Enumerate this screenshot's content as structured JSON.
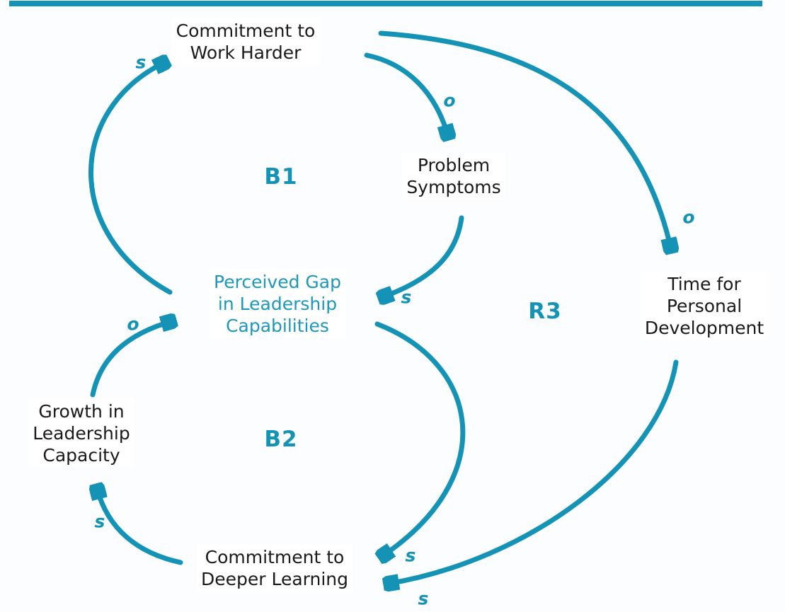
{
  "colors": {
    "accent": "#1493b7",
    "node_text": "#1a1a1a",
    "highlight_node_text": "#1d98bd",
    "background": "#fcfdfe"
  },
  "nodes": [
    {
      "id": "commitment-to-work-harder",
      "label": "Commitment to\nWork Harder"
    },
    {
      "id": "problem-symptoms",
      "label": "Problem\nSymptoms"
    },
    {
      "id": "perceived-gap-in-leadership-capabilities",
      "label": "Perceived Gap\nin Leadership\nCapabilities"
    },
    {
      "id": "time-for-personal-development",
      "label": "Time for\nPersonal\nDevelopment"
    },
    {
      "id": "growth-in-leadership-capacity",
      "label": "Growth in\nLeadership\nCapacity"
    },
    {
      "id": "commitment-to-deeper-learning",
      "label": "Commitment to\nDeeper Learning"
    }
  ],
  "loops": [
    {
      "id": "B1",
      "label": "B1"
    },
    {
      "id": "B2",
      "label": "B2"
    },
    {
      "id": "R3",
      "label": "R3"
    }
  ],
  "links": [
    {
      "from": "perceived-gap-in-leadership-capabilities",
      "to": "commitment-to-work-harder",
      "polarity": "s"
    },
    {
      "from": "commitment-to-work-harder",
      "to": "problem-symptoms",
      "polarity": "o"
    },
    {
      "from": "problem-symptoms",
      "to": "perceived-gap-in-leadership-capabilities",
      "polarity": "s"
    },
    {
      "from": "commitment-to-work-harder",
      "to": "time-for-personal-development",
      "polarity": "o"
    },
    {
      "from": "time-for-personal-development",
      "to": "commitment-to-deeper-learning",
      "polarity": "s"
    },
    {
      "from": "perceived-gap-in-leadership-capabilities",
      "to": "commitment-to-deeper-learning",
      "polarity": "s"
    },
    {
      "from": "commitment-to-deeper-learning",
      "to": "growth-in-leadership-capacity",
      "polarity": "s"
    },
    {
      "from": "growth-in-leadership-capacity",
      "to": "perceived-gap-in-leadership-capabilities",
      "polarity": "o"
    }
  ]
}
